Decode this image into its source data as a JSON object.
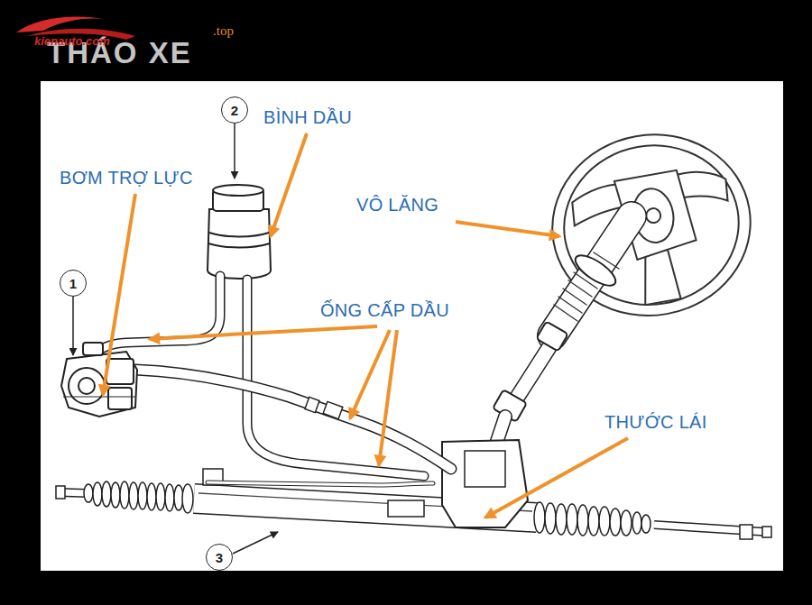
{
  "diagram": {
    "nodes": [
      {
        "text": [
          "2"
        ]
      },
      {
        "text": [
          "1"
        ]
      },
      {
        "text": [
          "3"
        ]
      }
    ],
    "labels": [
      "kienauto.com",
      ".top",
      "THÁO XE",
      "BÌNH DẦU",
      "BƠM TRỢ LỰC",
      "VÔ LĂNG",
      "ỐNG CẤP DẦU",
      "THƯỚC LÁI"
    ]
  }
}
